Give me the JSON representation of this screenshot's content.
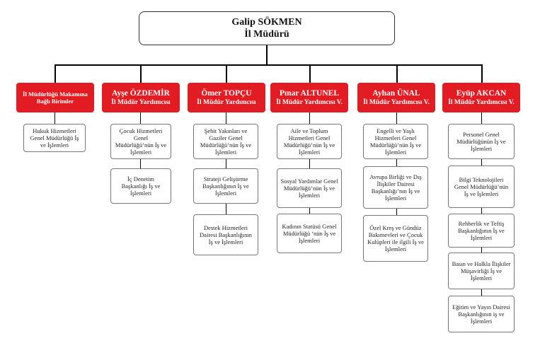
{
  "director": {
    "name": "Galip SÖKMEN",
    "title": "İl Müdürü"
  },
  "units": [
    {
      "name": "İl Müdürlüğü Makamına Bağlı Birimler",
      "title": "",
      "children": [
        "Hukuk Hizmetleri Genel Müdürlüğü İş ve İşlemleri"
      ]
    },
    {
      "name": "Ayşe ÖZDEMİR",
      "title": "İl Müdür Yardımcısı",
      "children": [
        "Çocuk Hizmetleri Genel Müdürlüğü’nün İş ve İşlemleri",
        "İç Denetim Başkanlığı İş ve İşlemleri"
      ]
    },
    {
      "name": "Ömer TOPÇU",
      "title": "İl Müdür Yardımcısı",
      "children": [
        "Şehit Yakınları ve Gaziler Genel Müdürlüğü’nün İş ve İşlemleri",
        "Strateji Geliştirme Başkanlığının İş ve İşlemleri",
        "Destek Hizmetleri Dairesi Başkanlığının İş ve İşlemleri"
      ]
    },
    {
      "name": "Pınar ALTUNEL",
      "title": "İl Müdür Yardımcısı V.",
      "children": [
        "Aile ve Toplum Hizmetleri Genel Müdürlüğü’nün İş ve İşlemleri",
        "Sosyal Yardımlar Genel Müdürlüğü’nün İş ve İşlemleri",
        "Kadının Statüsü Genel Müdürlüğü ‘nün İş ve İşlemleri"
      ]
    },
    {
      "name": "Ayhan ÜNAL",
      "title": "İl Müdür Yardımcısı V.",
      "children": [
        "Engelli ve Yaşlı Hizmetleri Genel Müdürlüğü’nün İş ve İşlemleri",
        "Avrupa Birliği ve Dış İlişkiler Dairesi Başkanlığı’nın İş ve İşlemleri",
        "Özel Kreş ve Gündüz Bakımevleri ve Çocuk Kulüpleri ile ilgili İş ve İşlemleri"
      ]
    },
    {
      "name": "Eyüp AKCAN",
      "title": "İl Müdür Yardımcısı V.",
      "children": [
        "Personel Genel Müdürlüğünün İş ve İşlemleri",
        "Bilgi Teknolojileri Genel Müdürlüğü’nün İş ve İşlemleri",
        "Rehberlik ve Teftiş Başkanlığının İş ve İşlemleri",
        "Basın ve Halkla İlişkiler Müşavirliği İş ve İşlemleri",
        "Eğitim ve Yayın Dairesi Başkanlığının iş ve İşlemleri"
      ]
    }
  ]
}
